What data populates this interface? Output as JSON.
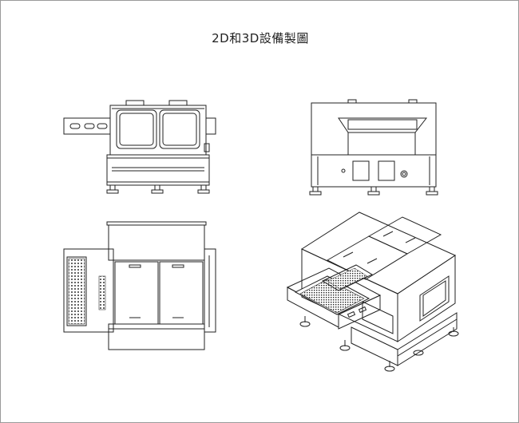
{
  "title": "2D和3D設備製圖",
  "views": [
    {
      "id": "front",
      "kind": "front-elevation"
    },
    {
      "id": "side",
      "kind": "side-elevation"
    },
    {
      "id": "top",
      "kind": "plan-view"
    },
    {
      "id": "iso",
      "kind": "isometric-view"
    }
  ]
}
